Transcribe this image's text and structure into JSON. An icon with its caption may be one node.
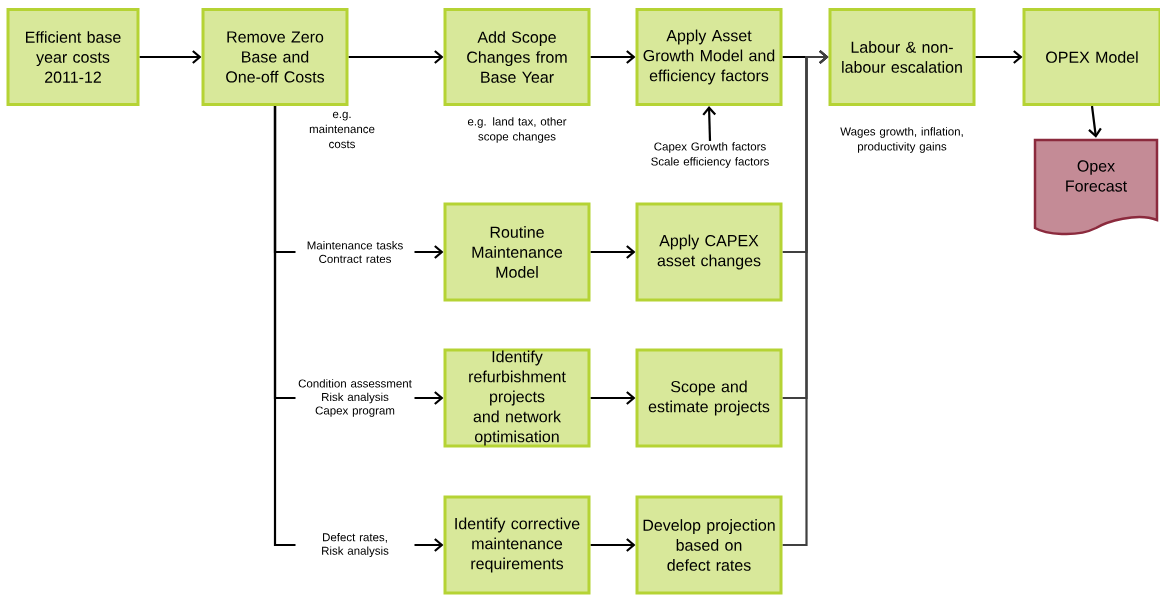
{
  "diagram": {
    "nodes": [
      {
        "text": [
          "Efficient base year costs 2011-12"
        ]
      },
      {
        "text": [
          "Remove Zero Base and One-off Costs"
        ],
        "beside": [
          "e.g. maintenance costs"
        ]
      },
      {
        "text": [
          "Add Scope Changes from Base Year"
        ],
        "beside": [
          "e.g. land tax, other scope changes"
        ]
      },
      {
        "text": [
          "Apply Asset Growth Model and efficiency factors"
        ]
      },
      {
        "text": [
          "Labour & non-labour escalation"
        ],
        "beside": [
          "Wages growth, inflation, productivity gains"
        ]
      },
      {
        "text": [
          "OPEX Model"
        ]
      },
      {
        "text": [
          "Opex Forecast"
        ]
      },
      {
        "text": [
          "Routine Maintenance Model"
        ]
      },
      {
        "text": [
          "Apply CAPEX asset changes"
        ]
      },
      {
        "text": [
          "Identify refurbishment projects and network optimisation"
        ]
      },
      {
        "text": [
          "Scope and estimate projects"
        ]
      },
      {
        "text": [
          "Identify corrective maintenance requirements"
        ]
      },
      {
        "text": [
          "Develop projection based on defect rates"
        ]
      },
      {
        "text": [
          "Capex Growth factors Scale efficiency factors"
        ]
      }
    ],
    "edges": [
      {
        "from": 0,
        "to": 1,
        "arrow": "to"
      },
      {
        "from": 1,
        "to": 2,
        "arrow": "to"
      },
      {
        "from": 2,
        "to": 3,
        "arrow": "to"
      },
      {
        "from": 3,
        "to": 4,
        "arrow": "to"
      },
      {
        "from": 4,
        "to": 5,
        "arrow": "to"
      },
      {
        "from": 5,
        "to": 6,
        "arrow": "to"
      },
      {
        "from": 13,
        "to": 3,
        "arrow": "to"
      },
      {
        "from": 1,
        "to": 7,
        "arrow": "to",
        "label": "Maintenance tasks Contract rates"
      },
      {
        "from": 1,
        "to": 9,
        "arrow": "to",
        "label": "Condition assessment Risk analysis Capex program"
      },
      {
        "from": 1,
        "to": 11,
        "arrow": "to",
        "label": "Defect rates, Risk analysis"
      },
      {
        "from": 7,
        "to": 8,
        "arrow": "to"
      },
      {
        "from": 9,
        "to": 10,
        "arrow": "to"
      },
      {
        "from": 11,
        "to": 12,
        "arrow": "to"
      },
      {
        "from": 8,
        "to": 4,
        "arrow": "to",
        "color": "#404040"
      },
      {
        "from": 10,
        "to": 4,
        "arrow": "to",
        "color": "#404040"
      },
      {
        "from": 12,
        "to": 4,
        "arrow": "to",
        "color": "#404040"
      }
    ]
  }
}
